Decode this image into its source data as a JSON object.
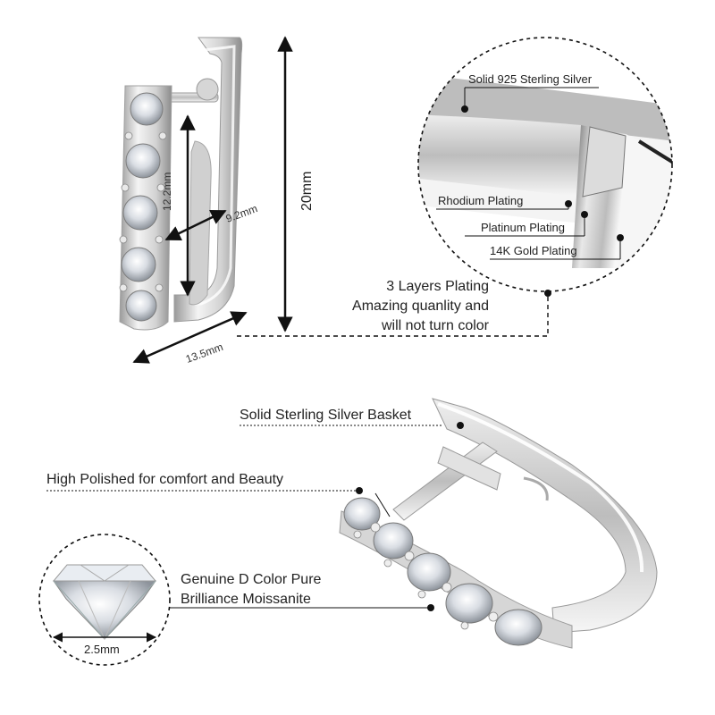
{
  "top": {
    "dimensions": {
      "height_total": "20mm",
      "inner_height": "12.2mm",
      "inner_width": "9.2mm",
      "width": "13.5mm"
    },
    "zoom_labels": {
      "silver": "Solid 925 Sterling Silver",
      "rhodium": "Rhodium Plating",
      "platinum": "Platinum Plating",
      "gold": "14K Gold Plating"
    },
    "plating_note": {
      "line1": "3 Layers Plating",
      "line2": "Amazing quanlity and",
      "line3": "will not turn color"
    }
  },
  "bottom": {
    "basket_label": "Solid Sterling Silver Basket",
    "polish_label": "High Polished for comfort and Beauty",
    "stone_label_line1": "Genuine D Color Pure",
    "stone_label_line2": "Brilliance Moissanite",
    "stone_size": "2.5mm"
  },
  "colors": {
    "metal_light": "#f2f2f2",
    "metal_mid": "#c9c9c9",
    "metal_dark": "#7a7a7a",
    "line": "#111111"
  }
}
